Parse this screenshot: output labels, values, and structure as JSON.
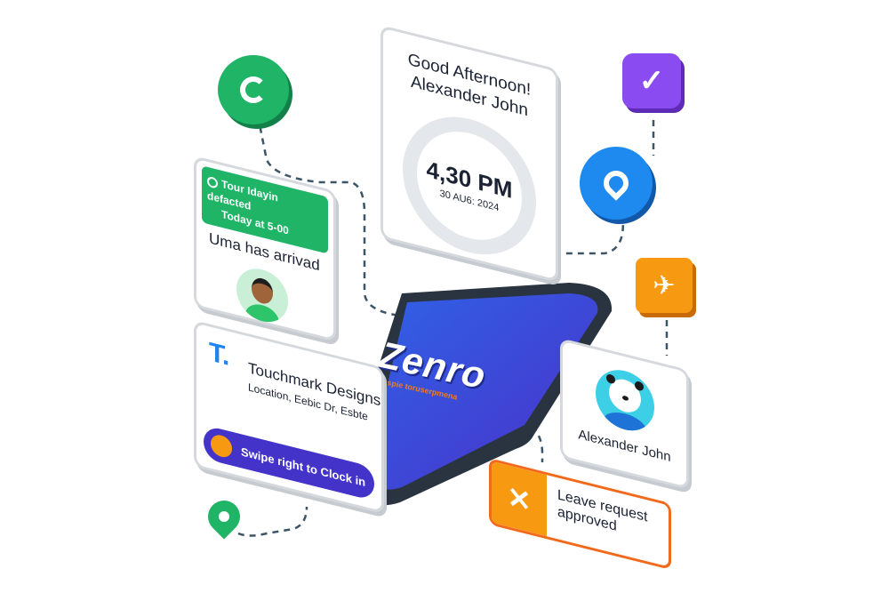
{
  "phone": {
    "brand": "Zenro",
    "tagline": "Flexsspie toruserpmena",
    "screen_color": "#3b47d6",
    "tagline_color": "#f07a1a"
  },
  "clock_card": {
    "greeting": "Good Afternoon!",
    "name": "Alexander John",
    "time": "4,30 PM",
    "date": "30 AU6: 2024"
  },
  "arrival_card": {
    "banner_line1": "Tour Idayin defacted",
    "banner_line2": "Today at 5-00",
    "message": "Uma has arrivad",
    "banner_color": "#1fb466"
  },
  "location_card": {
    "logo_letter": "T.",
    "company": "Touchmark Designs",
    "address": "Location, Eebic Dr, Esbte",
    "swipe_label": "Swipe right to Clock in",
    "swipe_color": "#4433c9"
  },
  "profile_card": {
    "name": "Alexander John"
  },
  "leave_card": {
    "message_line1": "Leave request",
    "message_line2": "approved",
    "accent": "#f79a12"
  },
  "icons": {
    "refresh": "refresh-icon",
    "check": "check-icon",
    "location": "location-pin-icon",
    "plane": "plane-icon",
    "map_pin": "map-pin-icon"
  }
}
